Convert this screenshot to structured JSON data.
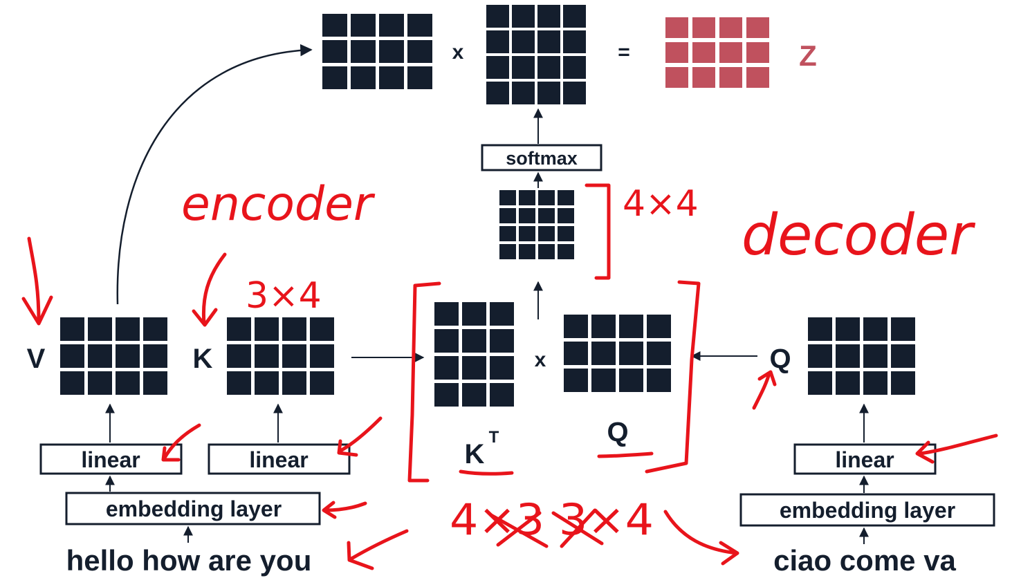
{
  "colors": {
    "ink": "#141e2d",
    "result": "#c0515e",
    "annotation": "#e8141b"
  },
  "top_row": {
    "times_symbol": "x",
    "equals_symbol": "=",
    "result_label": "Z"
  },
  "softmax_label": "softmax",
  "left": {
    "v_label": "V",
    "k_label": "K",
    "linear_label": "linear",
    "embedding_label": "embedding layer",
    "input_text": "hello how are you"
  },
  "middle": {
    "kt_label": "K",
    "kt_superscript": "T",
    "times_symbol": "x",
    "q_label": "Q"
  },
  "right": {
    "q_label": "Q",
    "linear_label": "linear",
    "embedding_label": "embedding layer",
    "input_text": "ciao come va"
  },
  "annotations": {
    "encoder": "encoder",
    "decoder": "decoder",
    "k_shape": "3×4",
    "score_shape": "4×4",
    "product_shape": "4×3 3×4"
  }
}
